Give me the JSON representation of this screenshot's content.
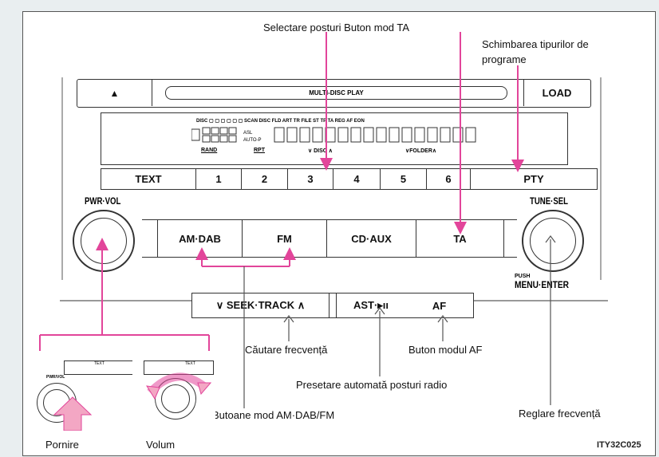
{
  "colors": {
    "accent": "#e2459a",
    "panel": "#ffffff",
    "border": "#333333",
    "frame_bg": "#e9eef0"
  },
  "callouts": {
    "ta_selection": "Selectare posturi Buton mod TA",
    "pty_change": "Schimbarea tipurilor de programe",
    "seek": "Căutare frecvență",
    "af_button": "Buton modul AF",
    "autopreset": "Presetare automată posturi radio",
    "am_fm_buttons": "Butoane mod AM·DAB/FM",
    "tune": "Reglare frecvență",
    "power": "Pornire",
    "volume": "Volum"
  },
  "device": {
    "eject_symbol": "▲",
    "slot_label": "MULTI-DISC PLAY",
    "load": "LOAD",
    "display": {
      "top_indicators": "DISC ▢ ▢ ▢ ▢ ▢ ▢  SCAN DISC   FLD ART TR FILE ST    TP TA REG   AF EON",
      "rand": "RAND",
      "rpt": "RPT",
      "disc": "∨ DISC ∧",
      "folder": "∨FOLDER∧",
      "side_small": "ASL AUTO-P"
    },
    "preset_row": [
      "TEXT",
      "1",
      "2",
      "3",
      "4",
      "5",
      "6",
      "PTY"
    ],
    "pwr_vol": "PWR·VOL",
    "tune_sel": "TUNE·SEL",
    "push": "PUSH",
    "menu_enter": "MENU·ENTER",
    "source_buttons": [
      "AM·DAB",
      "FM",
      "CD·AUX",
      "TA"
    ],
    "seek_track": "∨ SEEK·TRACK ∧",
    "ast": "AST·▸ıı",
    "af": "AF"
  },
  "inset": {
    "text_label": "TEXT",
    "pwr_small": "PWR/VOL"
  },
  "image_code": "ITY32C025"
}
